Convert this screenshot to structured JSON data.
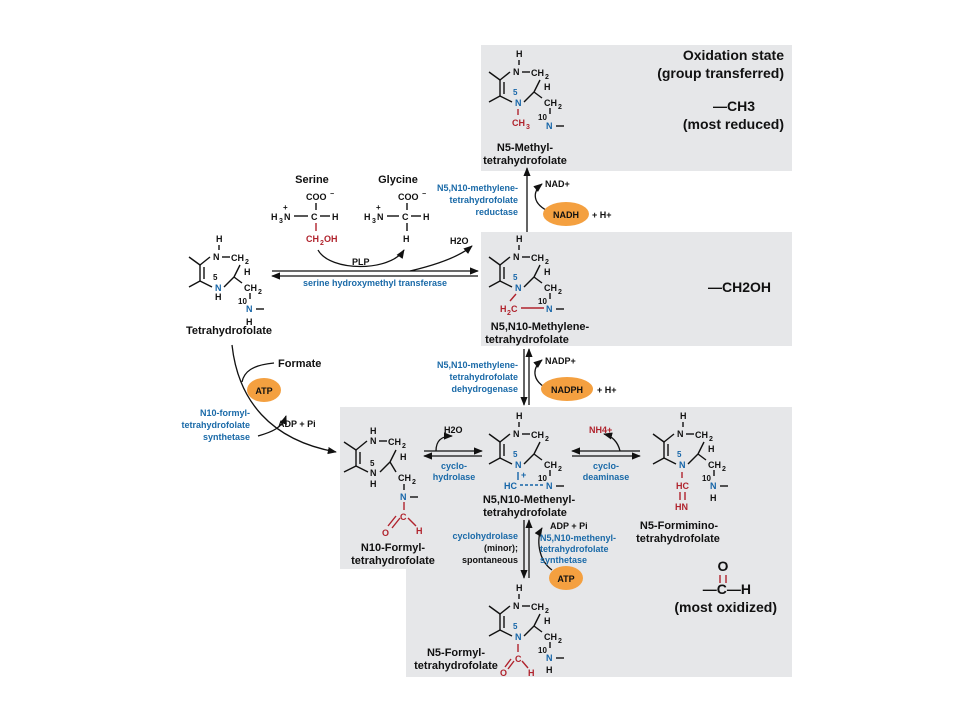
{
  "oxidation": {
    "header_line1": "Oxidation state",
    "header_line2": "(group transferred)",
    "ch3": "—CH3",
    "most_reduced": "(most reduced)",
    "ch2oh": "—CH2OH",
    "cho": "—C—H",
    "cho_o": "O",
    "most_oxidized": "(most oxidized)"
  },
  "compounds": {
    "thf": "Tetrahydrofolate",
    "methyl_1": "N5-Methyl-",
    "methyl_2": "tetrahydrofolate",
    "methylene_1": "N5,N10-Methylene-",
    "methylene_2": "tetrahydrofolate",
    "methenyl_1": "N5,N10-Methenyl-",
    "methenyl_2": "tetrahydrofolate",
    "formyl10_1": "N10-Formyl-",
    "formyl10_2": "tetrahydrofolate",
    "formimino_1": "N5-Formimino-",
    "formimino_2": "tetrahydrofolate",
    "formyl5_1": "N5-Formyl-",
    "formyl5_2": "tetrahydrofolate",
    "serine": "Serine",
    "glycine": "Glycine"
  },
  "enzymes": {
    "reductase_1": "N5,N10-methylene-",
    "reductase_2": "tetrahydrofolate",
    "reductase_3": "reductase",
    "shmt": "serine hydroxymethyl transferase",
    "dehydrogenase_1": "N5,N10-methylene-",
    "dehydrogenase_2": "tetrahydrofolate",
    "dehydrogenase_3": "dehydrogenase",
    "fthf_synthetase_1": "N10-formyl-",
    "fthf_synthetase_2": "tetrahydrofolate",
    "fthf_synthetase_3": "synthetase",
    "cyclohydrolase_1": "cyclo-",
    "cyclohydrolase_2": "hydrolase",
    "cyclodeaminase_1": "cyclo-",
    "cyclodeaminase_2": "deaminase",
    "minor_1": "cyclohydrolase",
    "minor_2": "(minor);",
    "minor_3": "spontaneous",
    "methenyl_synth_1": "N5,N10-methenyl-",
    "methenyl_synth_2": "tetrahydrofolate",
    "methenyl_synth_3": "synthetase"
  },
  "cofactors": {
    "nad": "NAD+",
    "nadh": "NADH",
    "h_plus_1": "+ H+",
    "nadp": "NADP+",
    "nadph": "NADPH",
    "h_plus_2": "+ H+",
    "plp": "PLP",
    "h2o_top": "H2O",
    "formate": "Formate",
    "atp_1": "ATP",
    "adp_pi_1": "ADP + Pi",
    "h2o_mid": "H2O",
    "nh4": "NH4+",
    "adp_pi_2": "ADP + Pi",
    "atp_2": "ATP"
  },
  "colors": {
    "panel": "#e6e7e9",
    "atom_blue": "#1565a8",
    "group_red": "#b0232d",
    "cofactor_orange": "#f4a040",
    "enzyme_blue": "#1a6aa8"
  }
}
